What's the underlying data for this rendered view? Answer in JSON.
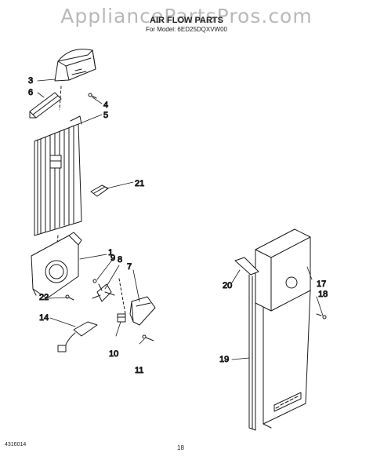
{
  "header": {
    "watermark": "AppliancePartsPros.com",
    "title": "AIR FLOW PARTS",
    "subtitle": "For Model: 6ED25DQXVW00"
  },
  "callouts": {
    "c1": "1",
    "c2": "3",
    "c3": "4",
    "c4": "5",
    "c5": "6",
    "c6": "7",
    "c7": "8",
    "c8": "9",
    "c9": "10",
    "c10": "11",
    "c11": "14",
    "c12": "17",
    "c13": "18",
    "c14": "19",
    "c15": "20",
    "c16": "21",
    "c17": "22"
  },
  "footer": {
    "doc_number": "4316014",
    "page_number": "18"
  },
  "colors": {
    "line": "#1a1a1a",
    "watermark": "#b9b9b9"
  }
}
